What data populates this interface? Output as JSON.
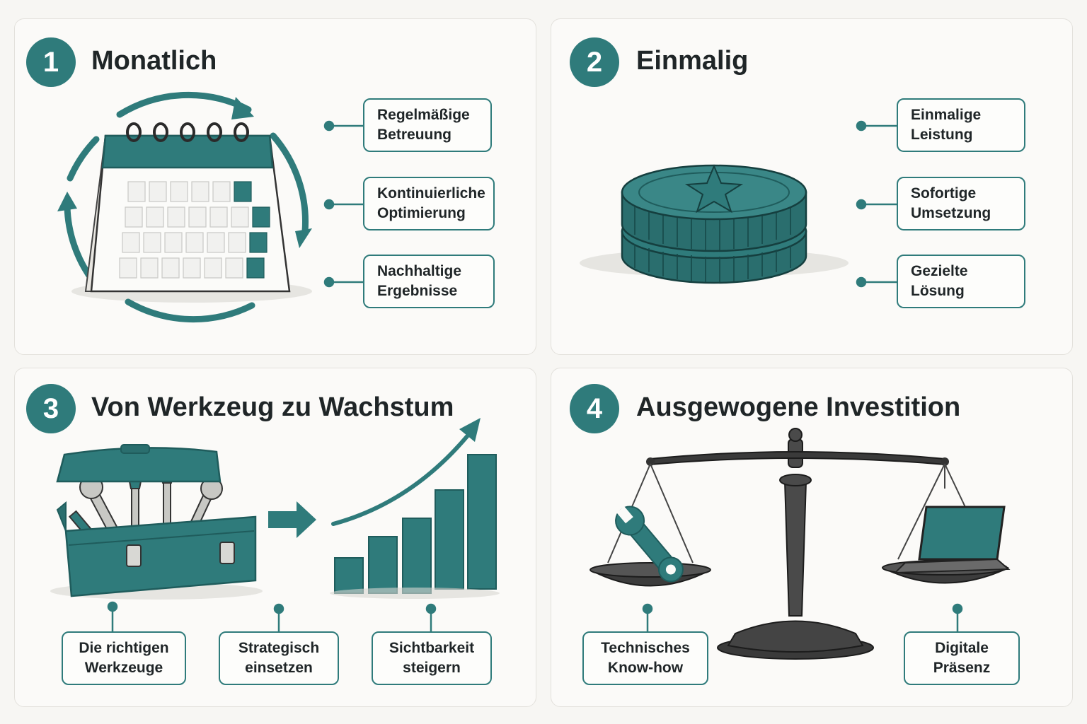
{
  "colors": {
    "accent": "#2f7b7b",
    "accent_dark": "#1f5c5c",
    "border": "#e3e1dc",
    "text": "#1f2527"
  },
  "panels": [
    {
      "number": "1",
      "title": "Monatlich",
      "icon": "calendar-cycle-icon",
      "labels": [
        {
          "line1": "Regelmäßige",
          "line2": "Betreuung"
        },
        {
          "line1": "Kontinuierliche",
          "line2": "Optimierung"
        },
        {
          "line1": "Nachhaltige",
          "line2": "Ergebnisse"
        }
      ]
    },
    {
      "number": "2",
      "title": "Einmalig",
      "icon": "coin-stack-icon",
      "labels": [
        {
          "line1": "Einmalige",
          "line2": "Leistung"
        },
        {
          "line1": "Sofortige",
          "line2": "Umsetzung"
        },
        {
          "line1": "Gezielte",
          "line2": "Lösung"
        }
      ]
    },
    {
      "number": "3",
      "title": "Von Werkzeug zu Wachstum",
      "icon": "toolbox-growth-icon",
      "labels": [
        {
          "line1": "Die richtigen",
          "line2": "Werkzeuge"
        },
        {
          "line1": "Strategisch",
          "line2": "einsetzen"
        },
        {
          "line1": "Sichtbarkeit",
          "line2": "steigern"
        }
      ]
    },
    {
      "number": "4",
      "title": "Ausgewogene Investition",
      "icon": "balance-scale-icon",
      "labels": [
        {
          "line1": "Technisches",
          "line2": "Know-how"
        },
        {
          "line1": "Digitale",
          "line2": "Präsenz"
        }
      ]
    }
  ]
}
